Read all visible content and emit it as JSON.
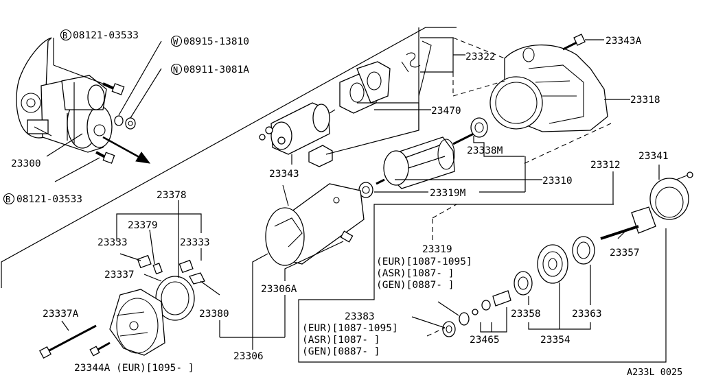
{
  "labels": {
    "b_bolt_top": "08121-03533",
    "w_washer": "08915-13810",
    "n_nut": "08911-3081A",
    "starter_assy": "23300",
    "b_bolt_bottom": "08121-03533",
    "p23378": "23378",
    "p23379": "23379",
    "p23333_left": "23333",
    "p23333_right": "23333",
    "p23337": "23337",
    "p23337a": "23337A",
    "p23344a": "23344A (EUR)[1095-    ]",
    "p23380": "23380",
    "p23306": "23306",
    "p23306a": "23306A",
    "p23343": "23343",
    "p23470": "23470",
    "p23322": "23322",
    "p23343a": "23343A",
    "p23318": "23318",
    "p23338m": "23338M",
    "p23310": "23310",
    "p23319m": "23319M",
    "p23312": "23312",
    "p23341": "23341",
    "p23357": "23357",
    "p23319": "23319",
    "p23319_eur": "(EUR)[1087-1095]",
    "p23319_asr": "(ASR)[1087-    ]",
    "p23319_gen": "(GEN)[0887-    ]",
    "p23358": "23358",
    "p23363": "23363",
    "p23354": "23354",
    "p23465": "23465",
    "p23383": "23383",
    "p23383_eur": "(EUR)[1087-1095]",
    "p23383_asr": "(ASR)[1087-    ]",
    "p23383_gen": "(GEN)[0887-    ]",
    "diagram_code": "A233L 0025"
  },
  "badges": {
    "b": "B",
    "w": "W",
    "n": "N",
    "b2": "B"
  },
  "colors": {
    "ink": "#000000",
    "paper": "#ffffff"
  }
}
